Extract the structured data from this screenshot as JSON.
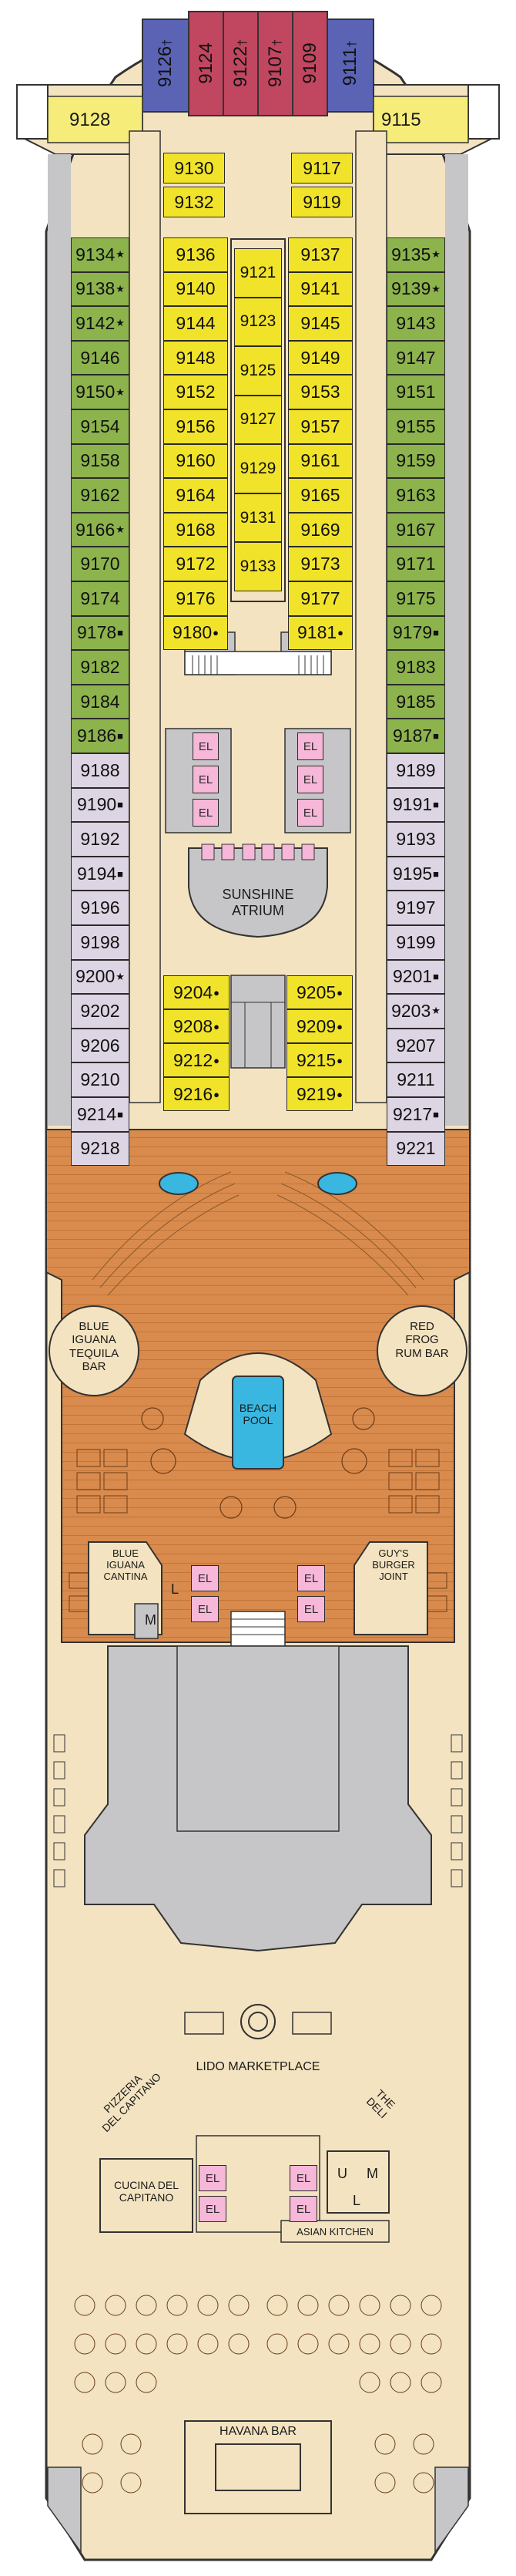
{
  "deck": {
    "bow_cabins": [
      {
        "num": "9126",
        "mark": "†",
        "color": "#5a63b4"
      },
      {
        "num": "9124",
        "mark": "",
        "color": "#c14660"
      },
      {
        "num": "9122",
        "mark": "†",
        "color": "#c14660"
      },
      {
        "num": "9107",
        "mark": "†",
        "color": "#c14660"
      },
      {
        "num": "9109",
        "mark": "",
        "color": "#c14660"
      },
      {
        "num": "9111",
        "mark": "†",
        "color": "#5a63b4"
      }
    ],
    "forward_side_cabins": [
      {
        "num": "9128",
        "side": "left"
      },
      {
        "num": "9115",
        "side": "right"
      }
    ],
    "left_outer": [
      {
        "num": "9134",
        "mark": "★",
        "color": "green"
      },
      {
        "num": "9138",
        "mark": "★",
        "color": "green"
      },
      {
        "num": "9142",
        "mark": "★",
        "color": "green"
      },
      {
        "num": "9146",
        "mark": "",
        "color": "green"
      },
      {
        "num": "9150",
        "mark": "★",
        "color": "green"
      },
      {
        "num": "9154",
        "mark": "",
        "color": "green"
      },
      {
        "num": "9158",
        "mark": "",
        "color": "green"
      },
      {
        "num": "9162",
        "mark": "",
        "color": "green"
      },
      {
        "num": "9166",
        "mark": "★",
        "color": "green"
      },
      {
        "num": "9170",
        "mark": "",
        "color": "green"
      },
      {
        "num": "9174",
        "mark": "",
        "color": "green"
      },
      {
        "num": "9178",
        "mark": "■",
        "color": "green"
      },
      {
        "num": "9182",
        "mark": "",
        "color": "green"
      },
      {
        "num": "9184",
        "mark": "",
        "color": "green"
      },
      {
        "num": "9186",
        "mark": "■",
        "color": "green"
      },
      {
        "num": "9188",
        "mark": "",
        "color": "lav"
      },
      {
        "num": "9190",
        "mark": "■",
        "color": "lav"
      },
      {
        "num": "9192",
        "mark": "",
        "color": "lav"
      },
      {
        "num": "9194",
        "mark": "■",
        "color": "lav"
      },
      {
        "num": "9196",
        "mark": "",
        "color": "lav"
      },
      {
        "num": "9198",
        "mark": "",
        "color": "lav"
      },
      {
        "num": "9200",
        "mark": "★",
        "color": "lav"
      },
      {
        "num": "9202",
        "mark": "",
        "color": "lav"
      },
      {
        "num": "9206",
        "mark": "",
        "color": "lav"
      },
      {
        "num": "9210",
        "mark": "",
        "color": "lav"
      },
      {
        "num": "9214",
        "mark": "■",
        "color": "lav"
      },
      {
        "num": "9218",
        "mark": "",
        "color": "lav"
      }
    ],
    "right_outer": [
      {
        "num": "9135",
        "mark": "★",
        "color": "green"
      },
      {
        "num": "9139",
        "mark": "★",
        "color": "green"
      },
      {
        "num": "9143",
        "mark": "",
        "color": "green"
      },
      {
        "num": "9147",
        "mark": "",
        "color": "green"
      },
      {
        "num": "9151",
        "mark": "",
        "color": "green"
      },
      {
        "num": "9155",
        "mark": "",
        "color": "green"
      },
      {
        "num": "9159",
        "mark": "",
        "color": "green"
      },
      {
        "num": "9163",
        "mark": "",
        "color": "green"
      },
      {
        "num": "9167",
        "mark": "",
        "color": "green"
      },
      {
        "num": "9171",
        "mark": "",
        "color": "green"
      },
      {
        "num": "9175",
        "mark": "",
        "color": "green"
      },
      {
        "num": "9179",
        "mark": "■",
        "color": "green"
      },
      {
        "num": "9183",
        "mark": "",
        "color": "green"
      },
      {
        "num": "9185",
        "mark": "",
        "color": "green"
      },
      {
        "num": "9187",
        "mark": "■",
        "color": "green"
      },
      {
        "num": "9189",
        "mark": "",
        "color": "lav"
      },
      {
        "num": "9191",
        "mark": "■",
        "color": "lav"
      },
      {
        "num": "9193",
        "mark": "",
        "color": "lav"
      },
      {
        "num": "9195",
        "mark": "■",
        "color": "lav"
      },
      {
        "num": "9197",
        "mark": "",
        "color": "lav"
      },
      {
        "num": "9199",
        "mark": "",
        "color": "lav"
      },
      {
        "num": "9201",
        "mark": "■",
        "color": "lav"
      },
      {
        "num": "9203",
        "mark": "★",
        "color": "lav"
      },
      {
        "num": "9207",
        "mark": "",
        "color": "lav"
      },
      {
        "num": "9211",
        "mark": "",
        "color": "lav"
      },
      {
        "num": "9217",
        "mark": "■",
        "color": "lav"
      },
      {
        "num": "9221",
        "mark": "",
        "color": "lav"
      }
    ],
    "inner_left_top": [
      {
        "num": "9130",
        "color": "yellow"
      },
      {
        "num": "9132",
        "color": "yellow"
      }
    ],
    "inner_right_top": [
      {
        "num": "9117",
        "color": "yellow"
      },
      {
        "num": "9119",
        "color": "yellow"
      }
    ],
    "inner_left": [
      {
        "num": "9136",
        "mark": ""
      },
      {
        "num": "9140",
        "mark": ""
      },
      {
        "num": "9144",
        "mark": ""
      },
      {
        "num": "9148",
        "mark": ""
      },
      {
        "num": "9152",
        "mark": ""
      },
      {
        "num": "9156",
        "mark": ""
      },
      {
        "num": "9160",
        "mark": ""
      },
      {
        "num": "9164",
        "mark": ""
      },
      {
        "num": "9168",
        "mark": ""
      },
      {
        "num": "9172",
        "mark": ""
      },
      {
        "num": "9176",
        "mark": ""
      },
      {
        "num": "9180",
        "mark": "●"
      }
    ],
    "inner_right": [
      {
        "num": "9137",
        "mark": ""
      },
      {
        "num": "9141",
        "mark": ""
      },
      {
        "num": "9145",
        "mark": ""
      },
      {
        "num": "9149",
        "mark": ""
      },
      {
        "num": "9153",
        "mark": ""
      },
      {
        "num": "9157",
        "mark": ""
      },
      {
        "num": "9161",
        "mark": ""
      },
      {
        "num": "9165",
        "mark": ""
      },
      {
        "num": "9169",
        "mark": ""
      },
      {
        "num": "9173",
        "mark": ""
      },
      {
        "num": "9177",
        "mark": ""
      },
      {
        "num": "9181",
        "mark": "●"
      }
    ],
    "center_column": [
      "9121",
      "9123",
      "9125",
      "9127",
      "9129",
      "9131",
      "9133"
    ],
    "aft_inner_left": [
      {
        "num": "9204",
        "mark": "●"
      },
      {
        "num": "9208",
        "mark": "●"
      },
      {
        "num": "9212",
        "mark": "●"
      },
      {
        "num": "9216",
        "mark": "●"
      }
    ],
    "aft_inner_right": [
      {
        "num": "9205",
        "mark": "●"
      },
      {
        "num": "9209",
        "mark": "●"
      },
      {
        "num": "9215",
        "mark": "●"
      },
      {
        "num": "9219",
        "mark": "●"
      }
    ],
    "elevator_label": "EL",
    "small_labels": {
      "m": "M",
      "l": "L",
      "u": "U"
    },
    "venues": {
      "atrium": "SUNSHINE\nATRIUM",
      "blue_iguana_bar": "BLUE\nIGUANA\nTEQUILA\nBAR",
      "red_frog": "RED\nFROG\nRUM BAR",
      "beach_pool": "BEACH\nPOOL",
      "blue_iguana_cantina": "BLUE\nIGUANA\nCANTINA",
      "guys_burger": "GUY'S\nBURGER\nJOINT",
      "lido": "LIDO MARKETPLACE",
      "pizzeria": "PIZZERIA\nDEL CAPITANO",
      "deli": "THE\nDELI",
      "cucina": "CUCINA DEL\nCAPITANO",
      "asian_kitchen": "ASIAN KITCHEN",
      "havana_bar": "HAVANA BAR"
    },
    "colors": {
      "hull": "#f3e3c0",
      "grey": "#c6c6c8",
      "wood": "#d98a4d",
      "green": "#8db34d",
      "yellow": "#f1e32a",
      "lavender": "#ddd5e3",
      "pink": "#f6b7d8",
      "pool": "#3ab7e0"
    }
  }
}
